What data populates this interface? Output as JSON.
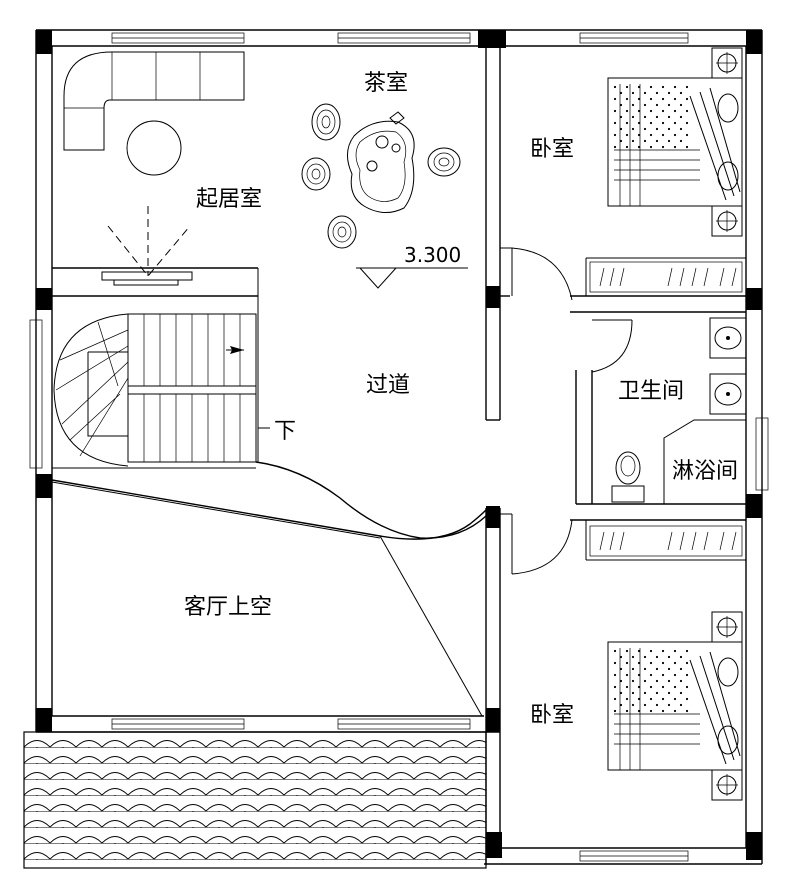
{
  "rooms": {
    "living_room": "起居室",
    "tea_room": "茶室",
    "bedroom_top": "卧室",
    "corridor": "过道",
    "bathroom": "卫生间",
    "shower": "淋浴间",
    "void": "客厅上空",
    "bedroom_bottom": "卧室"
  },
  "stair_label": "下",
  "elevation": "3.300"
}
